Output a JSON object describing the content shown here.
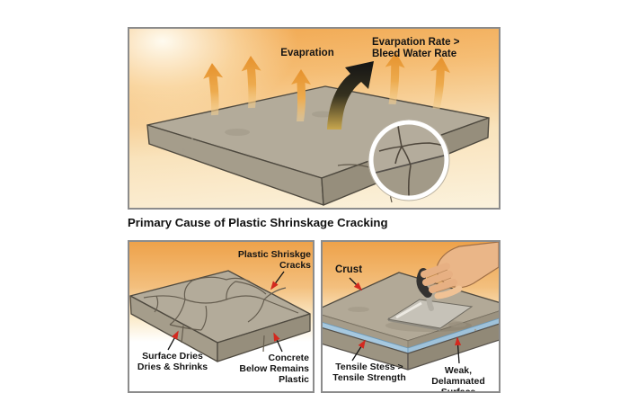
{
  "title": "Primary Cause of Plastic Shrinskage Cracking",
  "panels": {
    "evaporation": {
      "label_evaporation": "Evapration",
      "label_rate": "Evarpation Rate >\nBleed Water Rate"
    },
    "cracking": {
      "label_cracks": "Plastic Shriskge\nCracks",
      "label_surface": "Surface Dries\nDries & Shrinks",
      "label_concrete": "Concrete\nBelow Remains\nPlastic"
    },
    "crust": {
      "label_crust": "Crust",
      "label_tensile": "Tensile Stess >\nTensile Strength",
      "label_weak": "Weak, Delamnated\nSurface"
    }
  },
  "colors": {
    "background_orange": "#f1a64d",
    "background_cream": "#fbf2dd",
    "concrete_top": "#b3ab9a",
    "concrete_side_left": "#a59d8b",
    "concrete_side_right": "#968e7c",
    "crack_line": "#5f5749",
    "evaporation_arrow_orange": "#e89531",
    "big_arrow_black": "#161616",
    "annotation_line": "#141414",
    "annotation_arrowhead_red": "#d3291f",
    "bleed_water_blue": "#a6c8df",
    "magnifier_ring_white": "#ffffff",
    "hand_skin": "#eab688",
    "trowel_metal": "#c6c2b8",
    "panel_border": "#8c8c8c",
    "text": "#141414"
  }
}
